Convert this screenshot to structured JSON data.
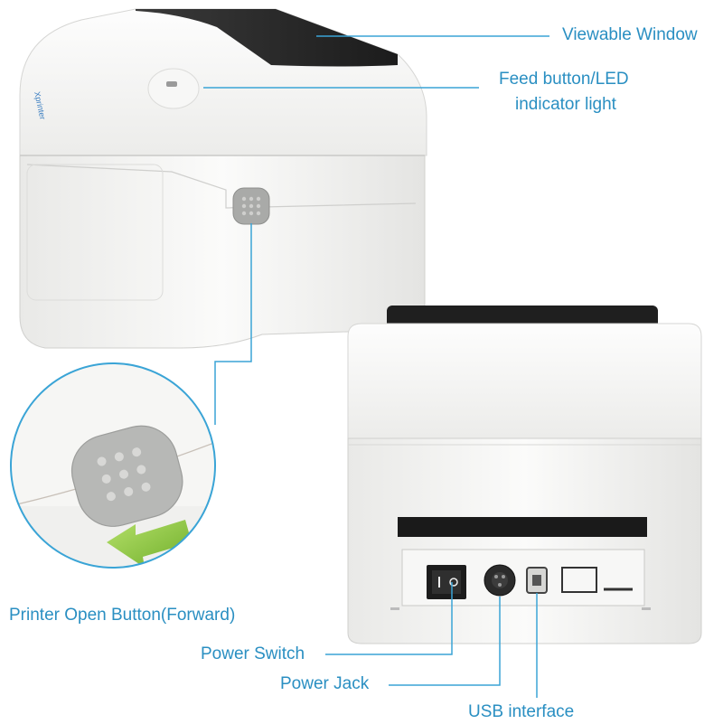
{
  "brand": "Xprinter",
  "callouts": {
    "viewable_window": "Viewable Window",
    "feed_button_line1": "Feed button/LED",
    "feed_button_line2": "indicator light",
    "printer_open_button": "Printer Open Button(Forward)",
    "power_switch": "Power Switch",
    "power_jack": "Power Jack",
    "usb_interface": "USB interface"
  },
  "colors": {
    "callout_text": "#2a8fc2",
    "leader_line": "#3aa4d6",
    "arrow": "#8cc63f",
    "body": "#f4f4f2",
    "window": "#2b2b2b"
  }
}
